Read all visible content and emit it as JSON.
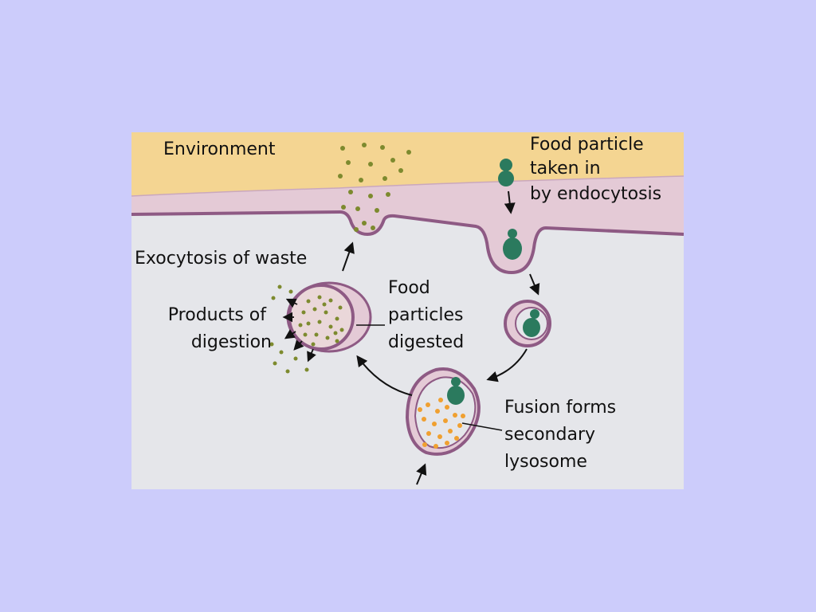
{
  "diagram": {
    "labels": {
      "environment": "Environment",
      "food_particle": [
        "Food particle",
        "taken in",
        "by endocytosis"
      ],
      "exocytosis": "Exocytosis of waste",
      "products": [
        "Products of",
        "digestion"
      ],
      "food_digested": [
        "Food",
        "particles",
        "digested"
      ],
      "fusion": [
        "Fusion forms",
        "secondary",
        "lysosome"
      ]
    },
    "colors": {
      "page_background": "#ccccfb",
      "environment": "#f4d592",
      "cell_interior": "#e5e6ea",
      "membrane": "#8e5a84",
      "membrane_fill": "#e4cad6",
      "food_particle": "#2b7a5e",
      "waste_dots": "#7d8a2e",
      "enzyme_dots": "#f0a030"
    }
  }
}
